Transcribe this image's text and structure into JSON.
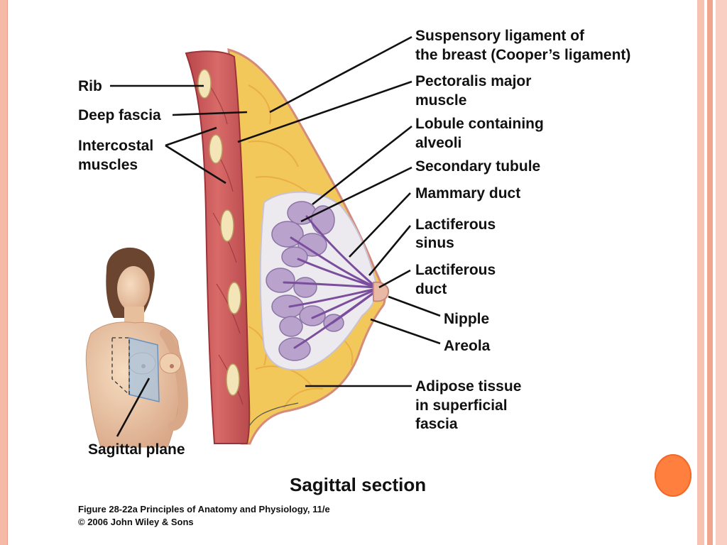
{
  "labels": {
    "rib": "Rib",
    "deep_fascia": "Deep fascia",
    "intercostal_1": "Intercostal",
    "intercostal_2": "muscles",
    "suspensory_1": "Suspensory ligament of",
    "suspensory_2": "the breast (Cooper’s ligament)",
    "pectoralis_1": "Pectoralis major",
    "pectoralis_2": "muscle",
    "lobule_1": "Lobule containing",
    "lobule_2": "alveoli",
    "secondary_tubule": "Secondary tubule",
    "mammary_duct": "Mammary duct",
    "lact_sinus_1": "Lactiferous",
    "lact_sinus_2": "sinus",
    "lact_duct_1": "Lactiferous",
    "lact_duct_2": "duct",
    "nipple": "Nipple",
    "areola": "Areola",
    "adipose_1": "Adipose tissue",
    "adipose_2": "in superficial",
    "adipose_3": "fascia",
    "sagittal_plane": "Sagittal plane",
    "section_title": "Sagittal section",
    "credit_1": "Figure 28-22a  Principles of Anatomy and Physiology, 11/e",
    "credit_2": "© 2006 John Wiley & Sons"
  },
  "colors": {
    "muscle": "#c9585a",
    "adipose": "#f2c85a",
    "lobule": "#b9a2cc",
    "skin": "#f0cfa8",
    "accent_circle": "#ff7f3f"
  }
}
